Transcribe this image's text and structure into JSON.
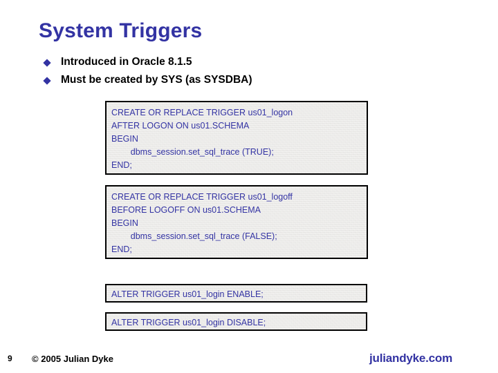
{
  "slide": {
    "title": "System Triggers",
    "background_color": "#ffffff",
    "accent_color": "#3333a3"
  },
  "bullets": [
    {
      "marker": "diamond-bullet-icon",
      "text": "Introduced in Oracle 8.1.5"
    },
    {
      "marker": "diamond-bullet-icon",
      "text": "Must be created by SYS (as SYSDBA)"
    }
  ],
  "code_blocks": [
    {
      "id": "logon-trigger",
      "lines": [
        "CREATE OR REPLACE TRIGGER us01_logon",
        "AFTER LOGON ON us01.SCHEMA",
        "BEGIN",
        "        dbms_session.set_sql_trace (TRUE);",
        "END;"
      ]
    },
    {
      "id": "logoff-trigger",
      "lines": [
        "CREATE OR REPLACE TRIGGER us01_logoff",
        "BEFORE LOGOFF ON us01.SCHEMA",
        "BEGIN",
        "        dbms_session.set_sql_trace (FALSE);",
        "END;"
      ]
    },
    {
      "id": "alter-enable",
      "lines": [
        "ALTER TRIGGER us01_login ENABLE;"
      ]
    },
    {
      "id": "alter-disable",
      "lines": [
        "ALTER TRIGGER us01_login DISABLE;"
      ]
    }
  ],
  "footer": {
    "page_number": "9",
    "copyright": "© 2005 Julian Dyke",
    "brand": "juliandyke.com"
  }
}
